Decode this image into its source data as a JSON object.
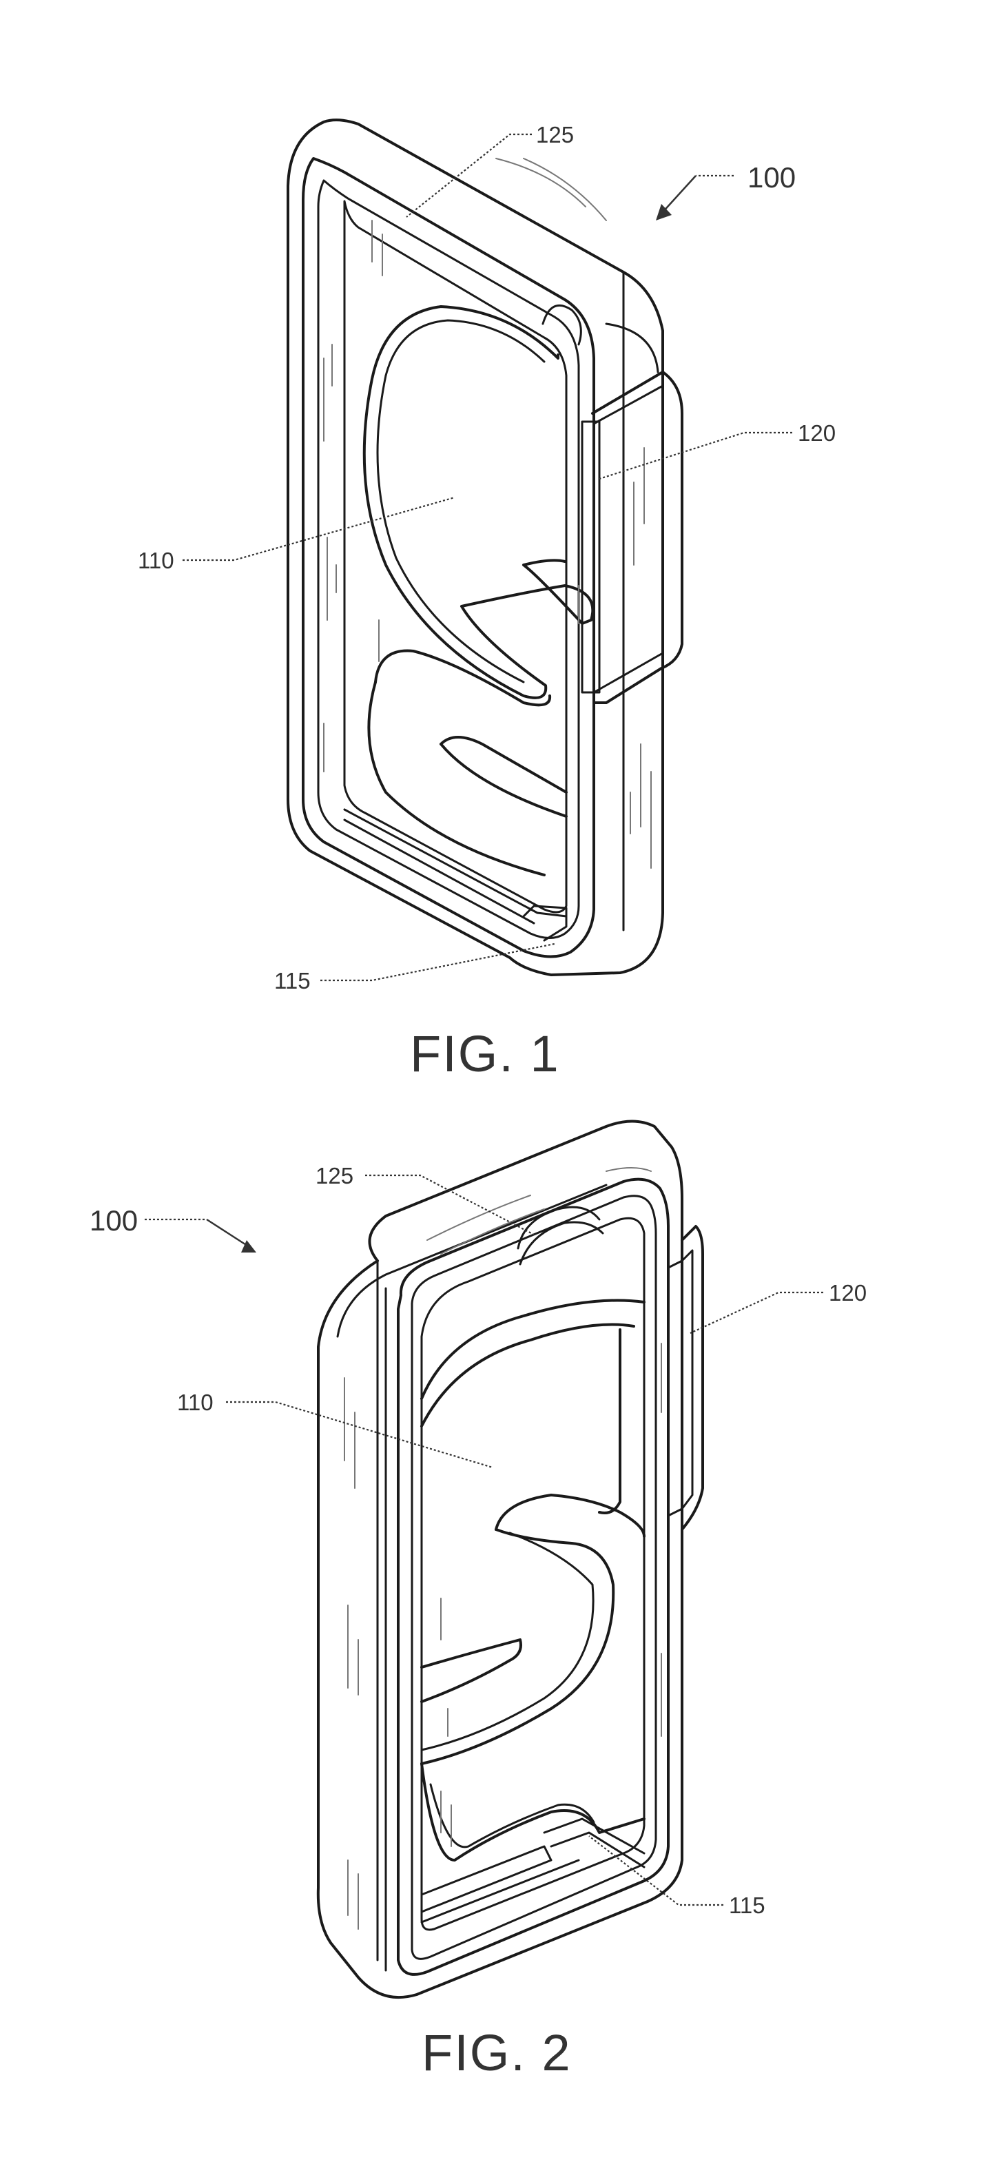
{
  "figures": [
    {
      "caption": "FIG. 1",
      "labels": {
        "assembly": "100",
        "cavity": "110",
        "bottom_slot": "115",
        "side_button": "120",
        "top_edge": "125"
      }
    },
    {
      "caption": "FIG. 2",
      "labels": {
        "assembly": "100",
        "cavity": "110",
        "bottom_slot": "115",
        "side_button": "120",
        "top_edge": "125"
      }
    }
  ]
}
